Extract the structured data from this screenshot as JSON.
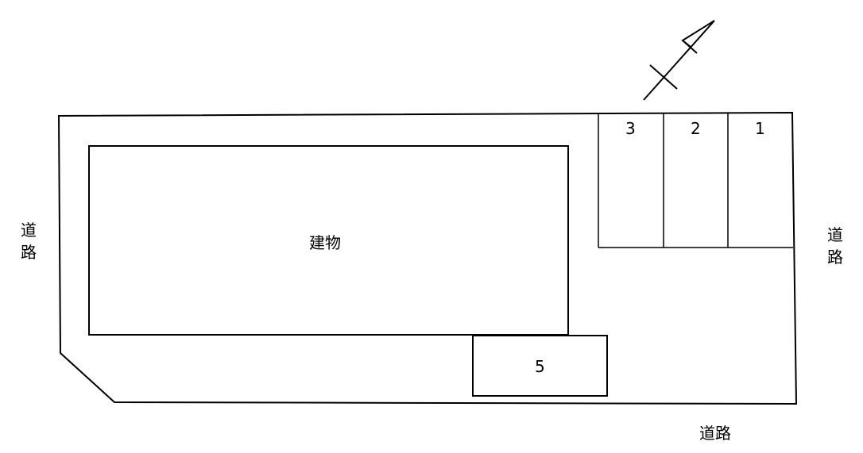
{
  "labels": {
    "building": "建物",
    "road_left": [
      "道",
      "路"
    ],
    "road_right": [
      "道",
      "路"
    ],
    "road_bottom": "道路",
    "parking": [
      "3",
      "2",
      "1"
    ],
    "space_5": "5"
  },
  "colors": {
    "line": "#000000",
    "background": "#ffffff"
  }
}
